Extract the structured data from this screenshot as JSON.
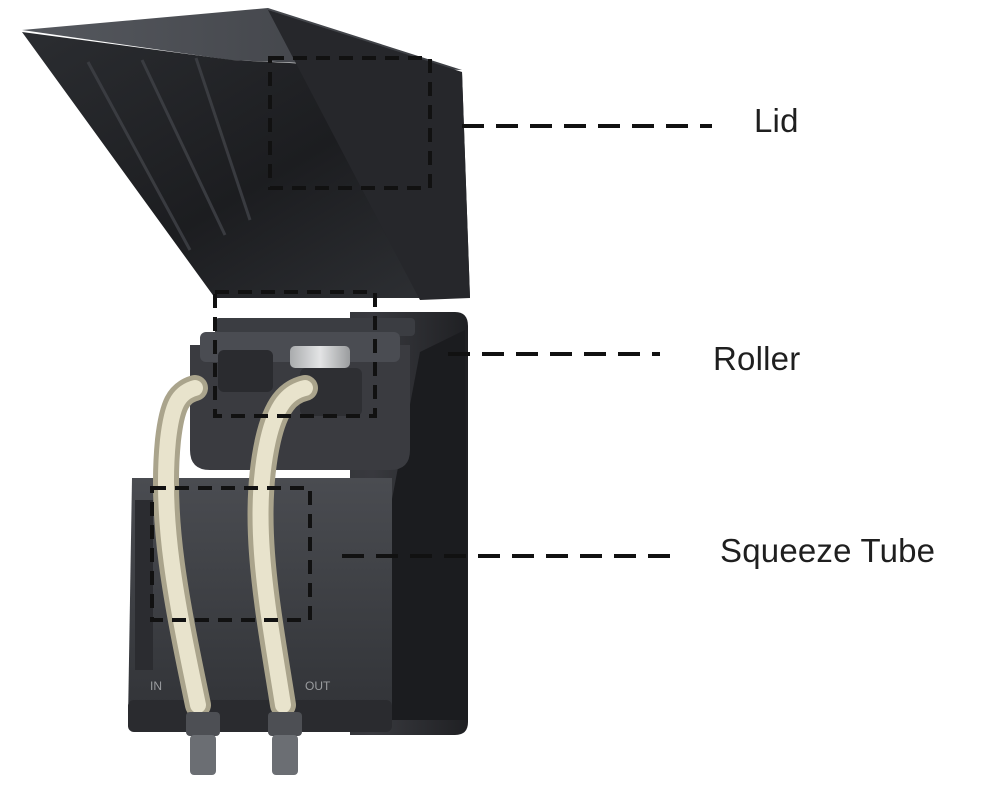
{
  "callouts": [
    {
      "id": "lid",
      "label": "Lid"
    },
    {
      "id": "roller",
      "label": "Roller"
    },
    {
      "id": "squeeze_tube",
      "label": "Squeeze Tube"
    }
  ],
  "device": {
    "port_labels": {
      "inlet": "IN",
      "outlet": "OUT"
    }
  },
  "colors": {
    "housing": "#2a2b2e",
    "lid": "#3a3c40",
    "tube": "#d9d3b8",
    "dashes": "#111111",
    "text": "#1f1f1f"
  }
}
